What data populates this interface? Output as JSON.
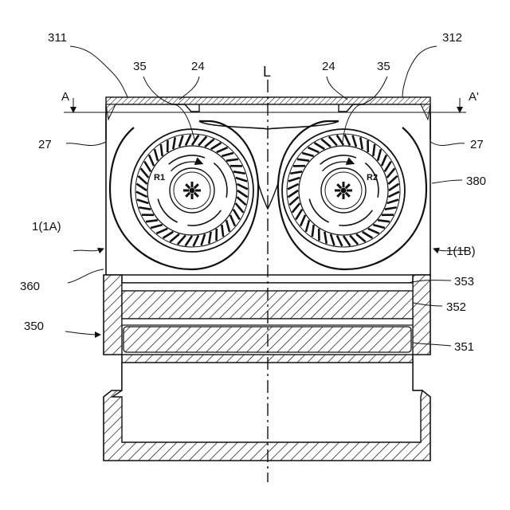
{
  "figure": {
    "axis_label": "L",
    "section_left": "A",
    "section_right": "A'",
    "labels": {
      "l311": "311",
      "l312": "312",
      "l35a": "35",
      "l24a": "24",
      "l24b": "24",
      "l35b": "35",
      "l27a": "27",
      "l27b": "27",
      "l380": "380",
      "l1a": "1(1A)",
      "l1b": "1(1B)",
      "l360": "360",
      "l353": "353",
      "l352": "352",
      "l350": "350",
      "l351": "351",
      "r1": "R1",
      "r2": "R2"
    }
  }
}
